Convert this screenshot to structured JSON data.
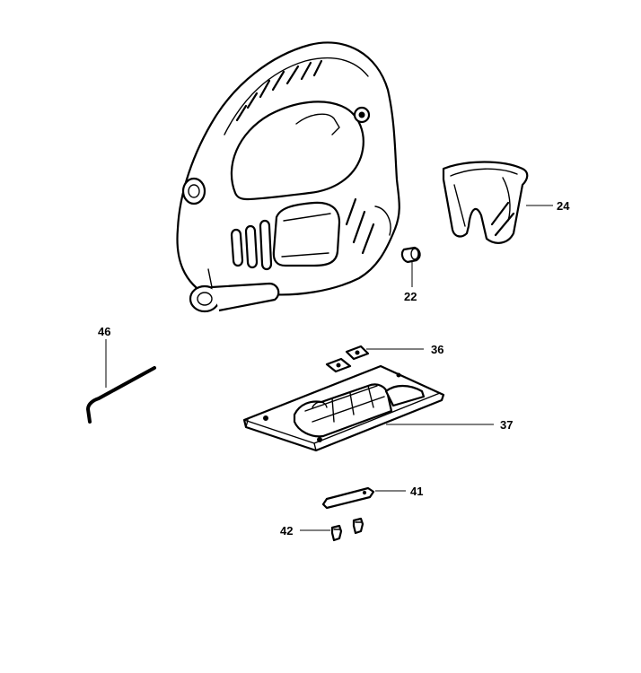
{
  "diagram": {
    "callouts": [
      {
        "id": "c24",
        "label": "24"
      },
      {
        "id": "c22",
        "label": "22"
      },
      {
        "id": "c46",
        "label": "46"
      },
      {
        "id": "c36",
        "label": "36"
      },
      {
        "id": "c37",
        "label": "37"
      },
      {
        "id": "c41",
        "label": "41"
      },
      {
        "id": "c42",
        "label": "42"
      }
    ]
  }
}
